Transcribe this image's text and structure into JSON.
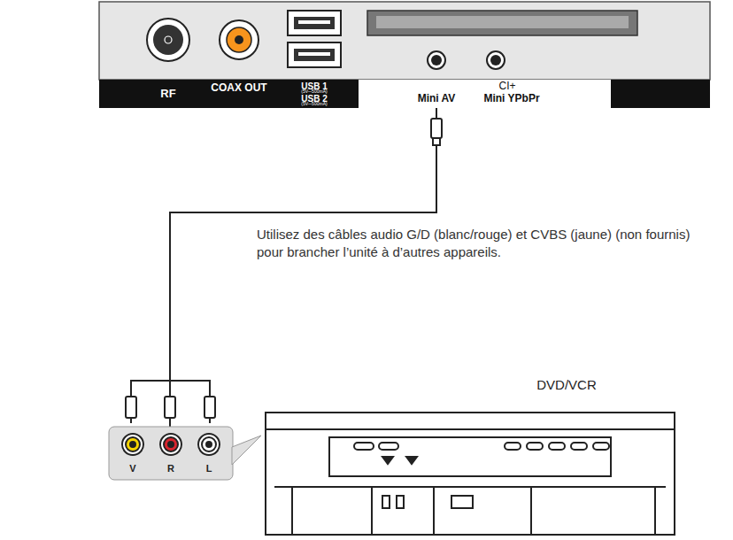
{
  "diagram": {
    "nodes": [
      {
        "text": [
          "RF",
          "COAX OUT",
          "USB 1",
          "(5V⎓500mA)",
          "USB 2",
          "(5V⎓500mA)"
        ]
      },
      {
        "text": [
          "CI+",
          "Mini AV",
          "Mini YPbPr"
        ],
        "in": 0
      },
      {
        "text": [
          "V",
          "R",
          "L"
        ]
      },
      {
        "text": [
          "DVD/VCR"
        ]
      }
    ],
    "edges": [
      {
        "from": 1,
        "to": 2,
        "arrow": "none"
      }
    ],
    "labels": [
      "Utilisez des câbles audio G/D (blanc/rouge) et CVBS (jaune) (non fournis) pour brancher l’unité à d’autres appareils."
    ]
  }
}
